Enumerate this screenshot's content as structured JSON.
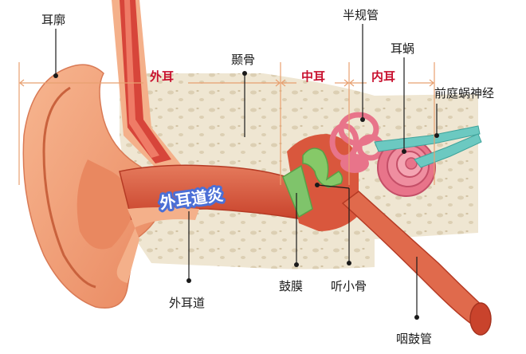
{
  "labels": {
    "auricle": "耳廓",
    "temporal_bone": "颞骨",
    "semicircular_canals": "半规管",
    "cochlea": "耳蜗",
    "vestibulocochlear_nerve": "前庭蜗神经",
    "ear_canal": "外耳道",
    "eardrum": "鼓膜",
    "ossicles": "听小骨",
    "eustachian_tube": "咽鼓管"
  },
  "sections": {
    "outer": "外耳",
    "middle": "中耳",
    "inner": "内耳"
  },
  "callout": "外耳道炎",
  "colors": {
    "skin": "#f2a078",
    "bone": "#efe6d2",
    "canal": "#d9573d",
    "eardrum": "#7fc46b",
    "cochlea": "#e8748a",
    "nerve": "#6cc9c1",
    "section_text": "#c8102e",
    "callout_fill": "#4b6fd6"
  }
}
